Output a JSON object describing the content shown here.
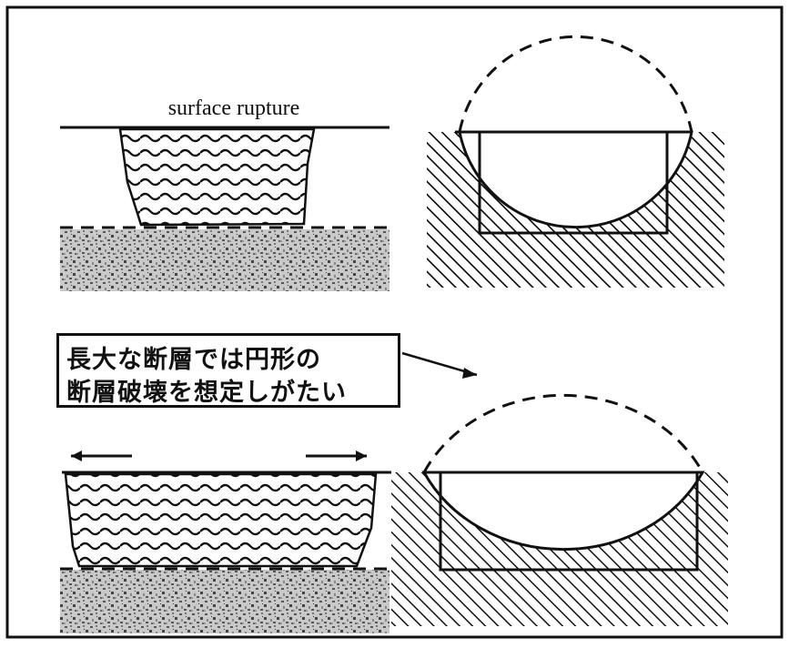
{
  "top_panel": {
    "surface_label": "surface rupture"
  },
  "callout": {
    "line1": "長大な断層では円形の",
    "line2": "断層破壊を想定しがたい"
  },
  "colors": {
    "ink": "#111111",
    "background": "#ffffff",
    "speckle": "#9a9a9a"
  }
}
